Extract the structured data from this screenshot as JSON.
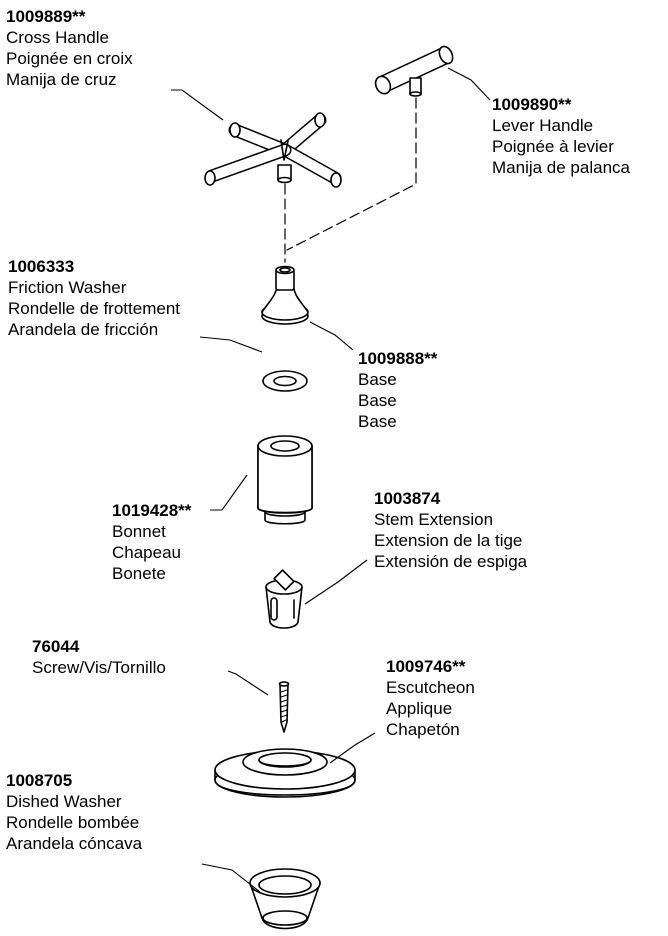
{
  "callouts": {
    "cross_handle": {
      "part": "1009889**",
      "lines": [
        "Cross Handle",
        "Poignée en croix",
        "Manija de cruz"
      ]
    },
    "lever_handle": {
      "part": "1009890**",
      "lines": [
        "Lever Handle",
        "Poignée à levier",
        "Manija de palanca"
      ]
    },
    "friction_washer": {
      "part": "1006333",
      "lines": [
        "Friction Washer",
        "Rondelle de frottement",
        "Arandela de fricción"
      ]
    },
    "base": {
      "part": "1009888**",
      "lines": [
        "Base",
        "Base",
        "Base"
      ]
    },
    "bonnet": {
      "part": "1019428**",
      "lines": [
        "Bonnet",
        "Chapeau",
        "Bonete"
      ]
    },
    "stem_extension": {
      "part": "1003874",
      "lines": [
        "Stem Extension",
        "Extension de la tige",
        "Extensión de espiga"
      ]
    },
    "screw": {
      "part": "76044",
      "lines": [
        "Screw/Vis/Tornillo"
      ]
    },
    "escutcheon": {
      "part": "1009746**",
      "lines": [
        "Escutcheon",
        "Applique",
        "Chapetón"
      ]
    },
    "dished_washer": {
      "part": "1008705",
      "lines": [
        "Dished Washer",
        "Rondelle bombée",
        "Arandela cóncava"
      ]
    }
  }
}
